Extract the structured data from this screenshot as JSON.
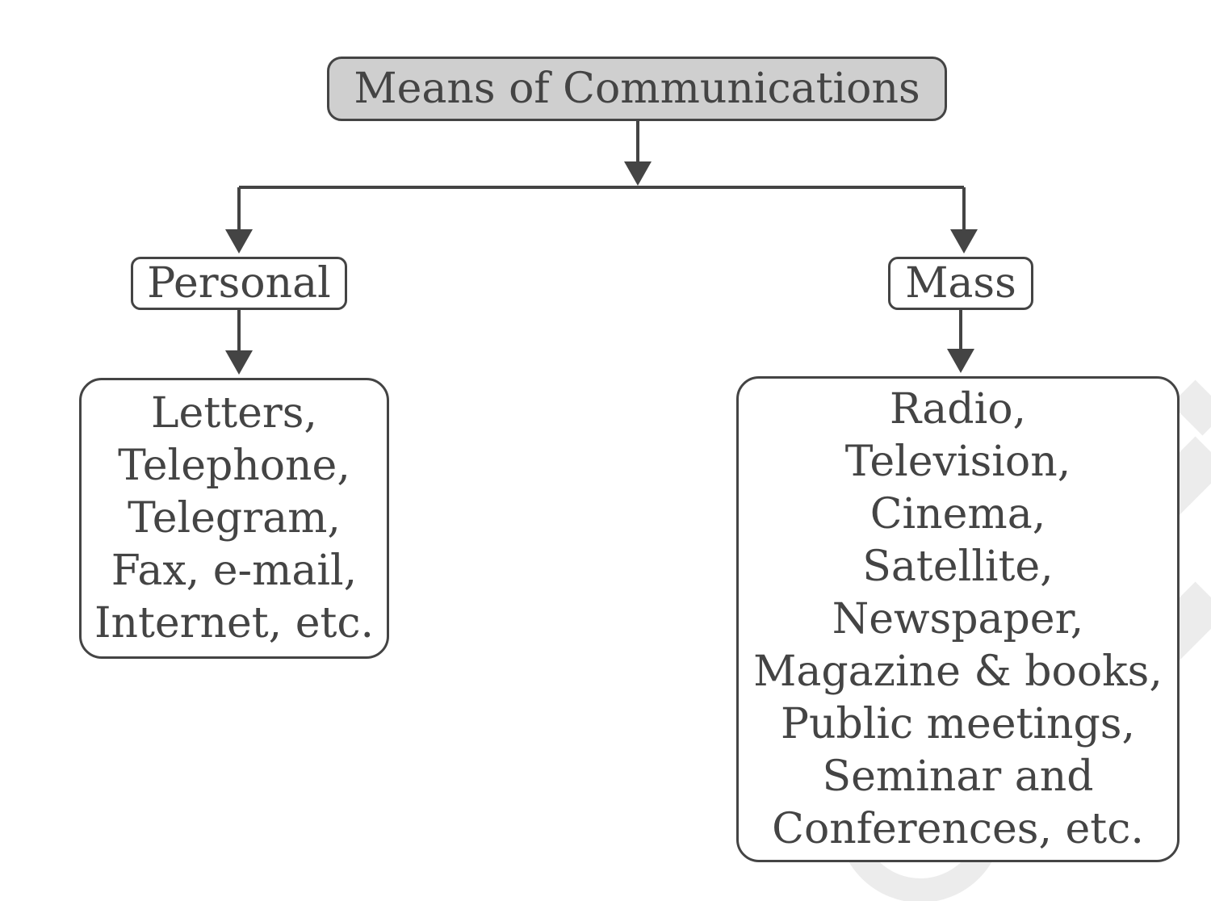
{
  "root": {
    "label": "Means of Communications"
  },
  "categories": [
    {
      "label": "Personal",
      "items": [
        "Letters,",
        "Telephone,",
        "Telegram,",
        "Fax, e-mail,",
        "Internet, etc."
      ]
    },
    {
      "label": "Mass",
      "items": [
        "Radio,",
        "Television,",
        "Cinema,",
        "Satellite,",
        "Newspaper,",
        "Magazine & books,",
        "Public meetings,",
        "Seminar and",
        "Conferences, etc."
      ]
    }
  ],
  "colors": {
    "line": "#444444",
    "root_fill": "#cfcfcf",
    "watermark": "#ececec"
  }
}
